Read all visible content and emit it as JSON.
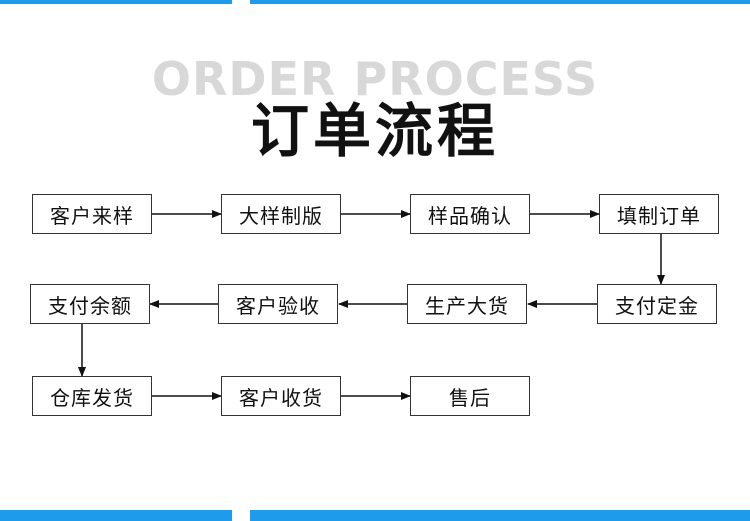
{
  "title": {
    "english": "ORDER PROCESS",
    "chinese": "订单流程"
  },
  "steps": {
    "s1": "客户来样",
    "s2": "大样制版",
    "s3": "样品确认",
    "s4": "填制订单",
    "s5": "支付定金",
    "s6": "生产大货",
    "s7": "客户验收",
    "s8": "支付余额",
    "s9": "仓库发货",
    "s10": "客户收货",
    "s11": "售后"
  },
  "colors": {
    "accent_bar": "#1e9bea",
    "watermark_text": "#d8d8d8",
    "box_border": "#333333"
  }
}
